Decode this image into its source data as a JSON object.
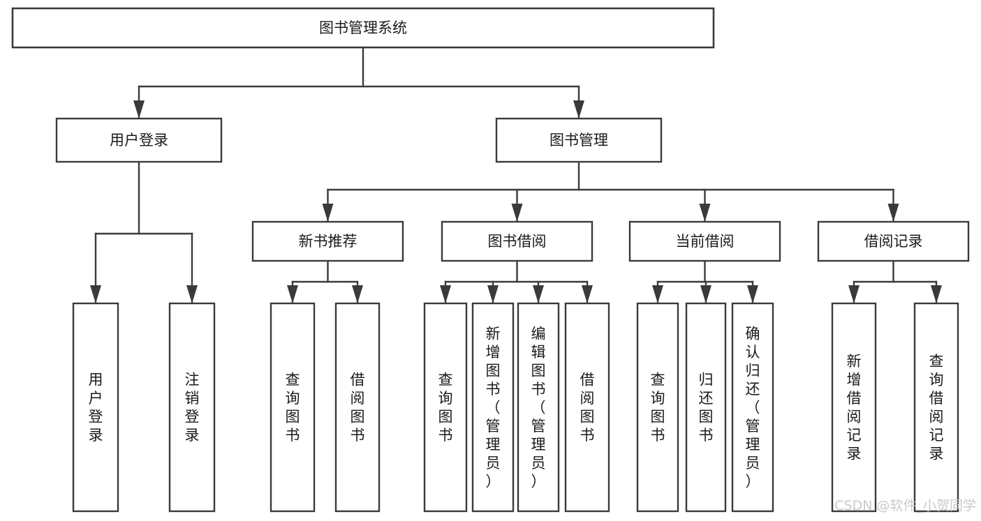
{
  "diagram": {
    "title": "图书管理系统",
    "type": "tree-structure-chart",
    "orientation": "top-down",
    "colors": {
      "box_stroke": "#3a3a3a",
      "box_fill": "#ffffff",
      "text": "#1a1a1a",
      "connector": "#3a3a3a",
      "watermark": "#c9c9c9",
      "background": "#ffffff"
    },
    "root": {
      "id": "root",
      "label": "图书管理系统",
      "orientation": "horizontal"
    },
    "level2": [
      {
        "id": "user-login",
        "label": "用户登录",
        "orientation": "horizontal"
      },
      {
        "id": "book-manage",
        "label": "图书管理",
        "orientation": "horizontal"
      }
    ],
    "level3": [
      {
        "id": "new-book-recommend",
        "label": "新书推荐",
        "orientation": "horizontal"
      },
      {
        "id": "book-borrow",
        "label": "图书借阅",
        "orientation": "horizontal"
      },
      {
        "id": "current-borrow",
        "label": "当前借阅",
        "orientation": "horizontal"
      },
      {
        "id": "borrow-record",
        "label": "借阅记录",
        "orientation": "horizontal"
      }
    ],
    "leaves": {
      "user-login": [
        {
          "id": "leaf-user-login",
          "label": "用户登录",
          "orientation": "vertical"
        },
        {
          "id": "leaf-logout",
          "label": "注销登录",
          "orientation": "vertical"
        }
      ],
      "new-book-recommend": [
        {
          "id": "leaf-query-book-1",
          "label": "查询图书",
          "orientation": "vertical"
        },
        {
          "id": "leaf-borrow-book-1",
          "label": "借阅图书",
          "orientation": "vertical"
        }
      ],
      "book-borrow": [
        {
          "id": "leaf-query-book-2",
          "label": "查询图书",
          "orientation": "vertical"
        },
        {
          "id": "leaf-add-book",
          "label": "新增图书（管理员）",
          "orientation": "vertical"
        },
        {
          "id": "leaf-edit-book",
          "label": "编辑图书（管理员）",
          "orientation": "vertical"
        },
        {
          "id": "leaf-borrow-book-2",
          "label": "借阅图书",
          "orientation": "vertical"
        }
      ],
      "current-borrow": [
        {
          "id": "leaf-query-book-3",
          "label": "查询图书",
          "orientation": "vertical"
        },
        {
          "id": "leaf-return-book",
          "label": "归还图书",
          "orientation": "vertical"
        },
        {
          "id": "leaf-confirm-return",
          "label": "确认归还（管理员）",
          "orientation": "vertical"
        }
      ],
      "borrow-record": [
        {
          "id": "leaf-add-record",
          "label": "新增借阅记录",
          "orientation": "vertical"
        },
        {
          "id": "leaf-query-record",
          "label": "查询借阅记录",
          "orientation": "vertical"
        }
      ]
    }
  },
  "watermark": {
    "text": "CSDN @软件_小贺同学"
  }
}
